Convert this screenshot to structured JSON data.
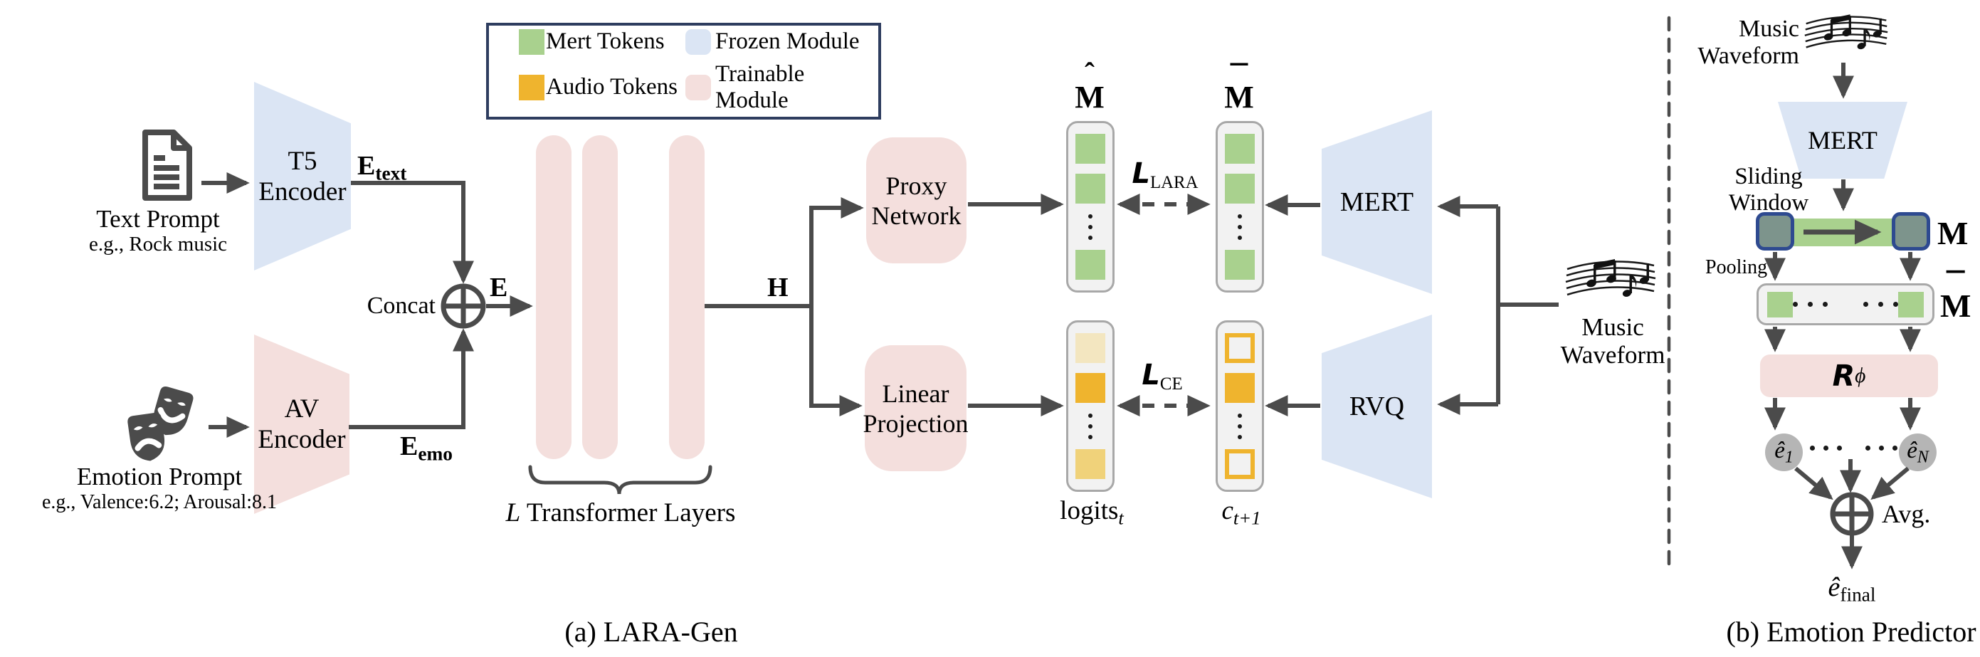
{
  "palette": {
    "frozen_module": "#dbe5f4",
    "trainable_module": "#f4dfdd",
    "mert_token_green": "#a9d18e",
    "audio_token_yellow": "#efb42e",
    "audio_token_pale": "#f3e6c0",
    "audio_token_mid": "#f0d27a",
    "token_container_fill": "#f2f2f2",
    "token_container_border": "#a8a8a8",
    "legend_border_navy": "#2e3d5f",
    "arrow_gray": "#4b4b4b",
    "window_square_fill": "#7d948c",
    "window_square_border": "#2e4a90",
    "estimate_circle_gray": "#b5b5b5"
  },
  "legend": {
    "items": [
      {
        "label": "Mert Tokens",
        "color": "#a9d18e",
        "shape": "square"
      },
      {
        "label": "Frozen Module",
        "color": "#dbe5f4",
        "shape": "rounded"
      },
      {
        "label": "Audio Tokens",
        "color": "#efb42e",
        "shape": "square"
      },
      {
        "label": "Trainable Module",
        "color": "#f4dfdd",
        "shape": "rounded"
      }
    ]
  },
  "panel_a": {
    "caption": "(a) LARA-Gen",
    "text_prompt": {
      "title": "Text Prompt",
      "example": "e.g., Rock music"
    },
    "emotion_prompt": {
      "title": "Emotion Prompt",
      "example": "e.g., Valence:6.2; Arousal:8.1"
    },
    "t5": {
      "line1": "T5",
      "line2": "Encoder"
    },
    "av": {
      "line1": "AV",
      "line2": "Encoder"
    },
    "e_text": {
      "main": "E",
      "sub": "text"
    },
    "e_emo": {
      "main": "E",
      "sub": "emo"
    },
    "concat_label": "Concat",
    "e_label": "E",
    "h_label": "H",
    "transformer": {
      "var": "L",
      "rest": " Transformer Layers"
    },
    "proxy": {
      "line1": "Proxy",
      "line2": "Network"
    },
    "linear": {
      "line1": "Linear",
      "line2": "Projection"
    },
    "m_hat": {
      "main": "M",
      "accent": "ˆ"
    },
    "m_bar": {
      "main": "M",
      "accent": "¯"
    },
    "loss_lara": {
      "script": "L",
      "sub": "LARA"
    },
    "loss_ce": {
      "script": "L",
      "sub": "CE"
    },
    "logits": {
      "main": "logits",
      "sub": "t"
    },
    "c_next": {
      "main": "c",
      "sub": "t+1"
    },
    "mert": "MERT",
    "rvq": "RVQ",
    "music": {
      "line1": "Music",
      "line2": "Waveform"
    }
  },
  "panel_b": {
    "caption": "(b) Emotion Predictor",
    "music": {
      "line1": "Music",
      "line2": "Waveform"
    },
    "mert": "MERT",
    "sliding": {
      "line1": "Sliding",
      "line2": "Window"
    },
    "m_label": "M",
    "pooling": "Pooling",
    "m_bar": {
      "main": "M",
      "accent": "¯"
    },
    "regressor": {
      "script": "R",
      "sub": "ϕ"
    },
    "e1": {
      "main": "ê",
      "sub": "1"
    },
    "eN": {
      "main": "ê",
      "sub": "N"
    },
    "avg": "Avg.",
    "e_final": {
      "main": "ê",
      "sub": "final"
    }
  }
}
